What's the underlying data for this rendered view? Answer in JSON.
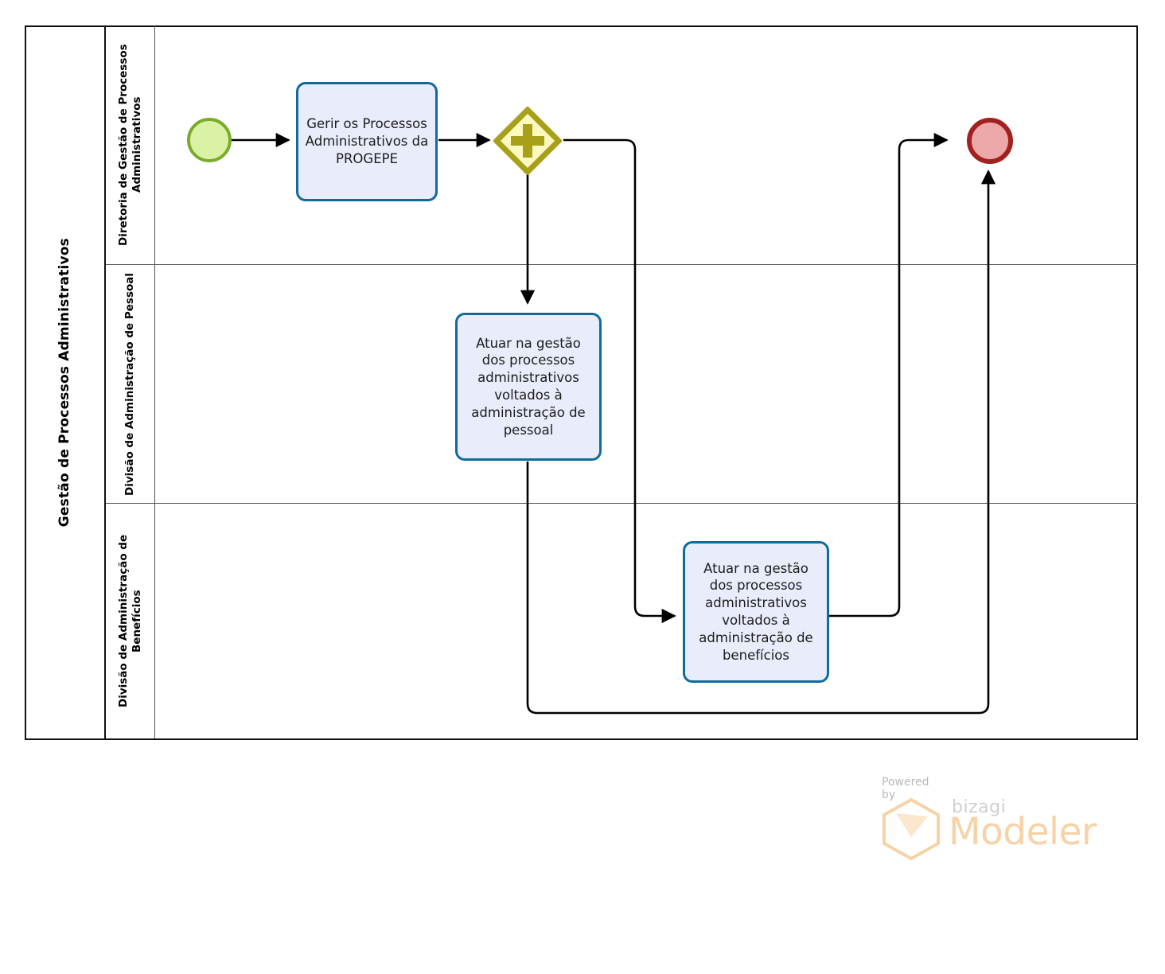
{
  "diagram": {
    "type": "bpmn-process",
    "pool": {
      "name": "Gestão de Processos Administrativos"
    },
    "lanes": [
      {
        "id": "lane-diretoria",
        "label": "Diretoria de Gestão de Processos Administrativos"
      },
      {
        "id": "lane-pessoal",
        "label": "Divisão de Administração de Pessoal"
      },
      {
        "id": "lane-beneficios",
        "label": "Divisão de Administração de Benefícios"
      }
    ],
    "nodes": [
      {
        "id": "start-event",
        "kind": "start-event",
        "lane": "lane-diretoria",
        "label": "",
        "fill": "#d9f2a3",
        "stroke": "#7aab2b"
      },
      {
        "id": "task-gerir",
        "kind": "task",
        "lane": "lane-diretoria",
        "label": "Gerir os Processos Administrativos da PROGEPE",
        "fill": "#e9ecfb",
        "stroke": "#106a9c"
      },
      {
        "id": "gateway-parallel",
        "kind": "parallel-gateway",
        "lane": "lane-diretoria",
        "label": "",
        "fill": "#fbf8c0",
        "stroke": "#a8a018",
        "marker": "plus"
      },
      {
        "id": "task-pessoal",
        "kind": "task",
        "lane": "lane-pessoal",
        "label": "Atuar na gestão dos processos administrativos voltados à administração de pessoal",
        "fill": "#e9ecfb",
        "stroke": "#106a9c"
      },
      {
        "id": "task-beneficios",
        "kind": "task",
        "lane": "lane-beneficios",
        "label": "Atuar na gestão dos processos administrativos voltados à administração de benefícios",
        "fill": "#e9ecfb",
        "stroke": "#106a9c"
      },
      {
        "id": "end-event",
        "kind": "end-event",
        "lane": "lane-diretoria",
        "label": "",
        "fill": "#eda9a9",
        "stroke": "#a32020"
      }
    ],
    "flows": [
      {
        "from": "start-event",
        "to": "task-gerir"
      },
      {
        "from": "task-gerir",
        "to": "gateway-parallel"
      },
      {
        "from": "gateway-parallel",
        "to": "task-pessoal"
      },
      {
        "from": "gateway-parallel",
        "to": "task-beneficios"
      },
      {
        "from": "task-beneficios",
        "to": "end-event"
      },
      {
        "from": "task-pessoal",
        "to": "end-event"
      }
    ]
  },
  "footer": {
    "powered_by": "Powered by",
    "brand": "bizagi",
    "product": "Modeler",
    "brand_color": "#f6d2a7"
  }
}
